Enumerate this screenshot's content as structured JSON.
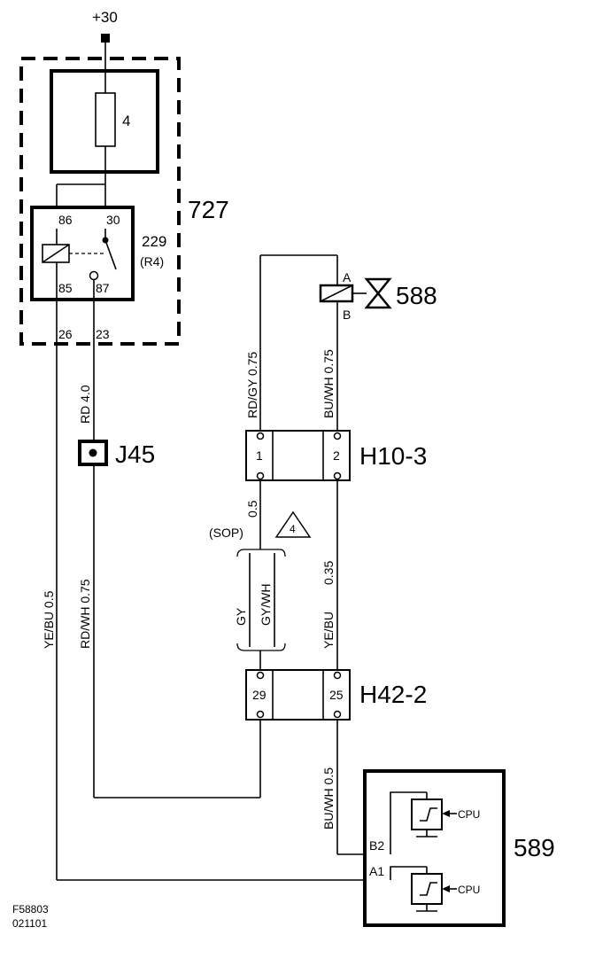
{
  "supply": {
    "label": "+30"
  },
  "relay_module": {
    "id": "727",
    "fuse": {
      "number": "4"
    },
    "relay": {
      "id": "229",
      "sub": "(R4)",
      "pins": {
        "p86": "86",
        "p30": "30",
        "p85": "85",
        "p87": "87"
      }
    },
    "pins_out": {
      "p26": "26",
      "p23": "23"
    }
  },
  "valve": {
    "id": "588",
    "pin_a": "A",
    "pin_b": "B"
  },
  "wires": {
    "rd_gy": "RD/GY  0.75",
    "bu_wh_top": "BU/WH  0.75",
    "rd": "RD  4.0",
    "rd_wh": "RD/WH  0.75",
    "ye_bu_left": "YE/BU  0.5",
    "w_05": "0.5",
    "sop": "(SOP)",
    "w_035": "0.35",
    "ye_bu_right": "YE/BU",
    "gy": "GY",
    "gy_wh": "GY/WH",
    "bu_wh_bottom": "BU/WH  0.5"
  },
  "note_triangle": {
    "text": "4"
  },
  "splice": {
    "id": "J45"
  },
  "connector_h10": {
    "id": "H10-3",
    "pin1": "1",
    "pin2": "2"
  },
  "connector_h42": {
    "id": "H42-2",
    "pin29": "29",
    "pin25": "25"
  },
  "ecu": {
    "id": "589",
    "pin_b2": "B2",
    "pin_a1": "A1",
    "cpu_top": "CPU",
    "cpu_bottom": "CPU"
  },
  "footer": {
    "code": "F58803",
    "date": "021101"
  }
}
